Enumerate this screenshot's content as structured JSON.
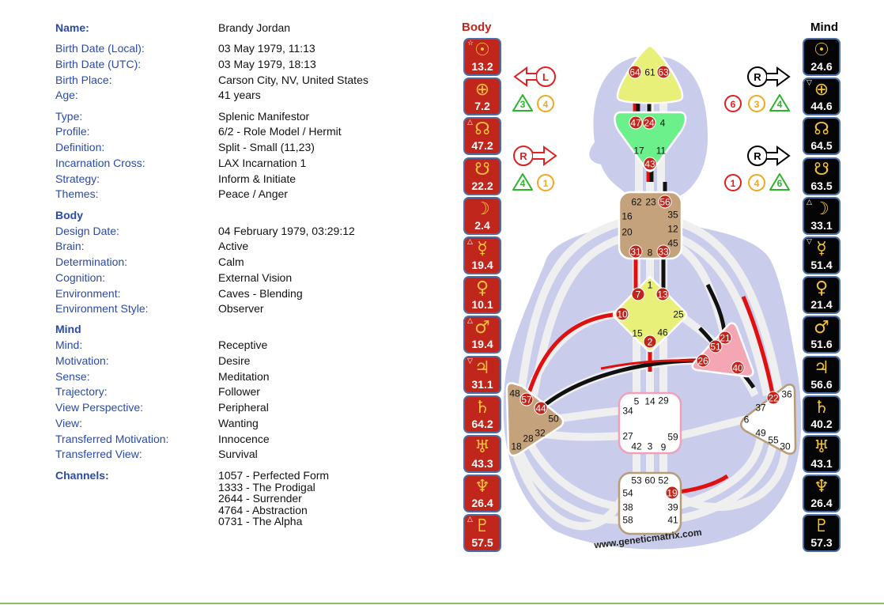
{
  "info": {
    "general": [
      {
        "label": "Name:",
        "value": "Brandy Jordan",
        "bold": true
      },
      {
        "label": "Birth Date (Local):",
        "value": "03 May 1979, 11:13"
      },
      {
        "label": "Birth Date (UTC):",
        "value": "03 May 1979, 18:13"
      },
      {
        "label": "Birth Place:",
        "value": "Carson City, NV, United States"
      },
      {
        "label": "Age:",
        "value": "41 years"
      },
      {
        "label": "Type:",
        "value": "Splenic Manifestor"
      },
      {
        "label": "Profile:",
        "value": "6/2 - Role Model / Hermit"
      },
      {
        "label": "Definition:",
        "value": "Split - Small (11,23)"
      },
      {
        "label": "Incarnation Cross:",
        "value": "LAX Incarnation 1"
      },
      {
        "label": "Strategy:",
        "value": "Inform & Initiate"
      },
      {
        "label": "Themes:",
        "value": "Peace / Anger"
      }
    ],
    "body_heading": "Body",
    "body": [
      {
        "label": "Design Date:",
        "value": "04 February 1979, 03:29:12"
      },
      {
        "label": "Brain:",
        "value": "Active"
      },
      {
        "label": "Determination:",
        "value": "Calm"
      },
      {
        "label": "Cognition:",
        "value": "External Vision"
      },
      {
        "label": "Environment:",
        "value": "Caves - Blending"
      },
      {
        "label": "Environment Style:",
        "value": "Observer"
      }
    ],
    "mind_heading": "Mind",
    "mind": [
      {
        "label": "Mind:",
        "value": "Receptive"
      },
      {
        "label": "Motivation:",
        "value": "Desire"
      },
      {
        "label": "Sense:",
        "value": "Meditation"
      },
      {
        "label": "Trajectory:",
        "value": "Follower"
      },
      {
        "label": "View Perspective:",
        "value": "Peripheral"
      },
      {
        "label": "View:",
        "value": "Wanting"
      },
      {
        "label": "Transferred Motivation:",
        "value": "Innocence"
      },
      {
        "label": "Transferred View:",
        "value": "Survival"
      }
    ],
    "channels_label": "Channels:",
    "channels": [
      "1057 - Perfected Form",
      "1333 - The Prodigal",
      "2644 - Surrender",
      "4764 - Abstraction",
      "0731 - The Alpha"
    ]
  },
  "body_column": {
    "title": "Body",
    "color": "#c0261c",
    "planets": [
      {
        "name": "sun",
        "symbol": "☉",
        "value": "13.2",
        "marker": "☆"
      },
      {
        "name": "earth",
        "symbol": "⊕",
        "value": "7.2",
        "marker": ""
      },
      {
        "name": "north-node",
        "symbol": "☊",
        "value": "47.2",
        "marker": "△"
      },
      {
        "name": "south-node",
        "symbol": "☋",
        "value": "22.2",
        "marker": ""
      },
      {
        "name": "moon",
        "symbol": "☽",
        "value": "2.4",
        "marker": ""
      },
      {
        "name": "mercury",
        "symbol": "☿",
        "value": "19.4",
        "marker": "△"
      },
      {
        "name": "venus",
        "symbol": "♀",
        "value": "10.1",
        "marker": ""
      },
      {
        "name": "mars",
        "symbol": "♂",
        "value": "19.4",
        "marker": "△"
      },
      {
        "name": "jupiter",
        "symbol": "♃",
        "value": "31.1",
        "marker": "▽"
      },
      {
        "name": "saturn",
        "symbol": "♄",
        "value": "64.2",
        "marker": ""
      },
      {
        "name": "uranus",
        "symbol": "♅",
        "value": "43.3",
        "marker": ""
      },
      {
        "name": "neptune",
        "symbol": "♆",
        "value": "26.4",
        "marker": ""
      },
      {
        "name": "pluto",
        "symbol": "♇",
        "value": "57.5",
        "marker": "△"
      }
    ]
  },
  "mind_column": {
    "title": "Mind",
    "color": "#000000",
    "planets": [
      {
        "name": "sun",
        "symbol": "☉",
        "value": "24.6",
        "marker": ""
      },
      {
        "name": "earth",
        "symbol": "⊕",
        "value": "44.6",
        "marker": "▽"
      },
      {
        "name": "north-node",
        "symbol": "☊",
        "value": "64.5",
        "marker": ""
      },
      {
        "name": "south-node",
        "symbol": "☋",
        "value": "63.5",
        "marker": ""
      },
      {
        "name": "moon",
        "symbol": "☽",
        "value": "33.1",
        "marker": "△"
      },
      {
        "name": "mercury",
        "symbol": "☿",
        "value": "51.4",
        "marker": "▽"
      },
      {
        "name": "venus",
        "symbol": "♀",
        "value": "21.4",
        "marker": ""
      },
      {
        "name": "mars",
        "symbol": "♂",
        "value": "51.6",
        "marker": ""
      },
      {
        "name": "jupiter",
        "symbol": "♃",
        "value": "56.6",
        "marker": ""
      },
      {
        "name": "saturn",
        "symbol": "♄",
        "value": "40.2",
        "marker": ""
      },
      {
        "name": "uranus",
        "symbol": "♅",
        "value": "43.1",
        "marker": ""
      },
      {
        "name": "neptune",
        "symbol": "♆",
        "value": "26.4",
        "marker": ""
      },
      {
        "name": "pluto",
        "symbol": "♇",
        "value": "57.3",
        "marker": ""
      }
    ]
  },
  "variables": {
    "body_top": {
      "arrow": "L",
      "color": "#e02020",
      "triangle": "3",
      "circle": "4"
    },
    "body_bottom": {
      "arrow": "R",
      "color": "#e02020",
      "triangle": "4",
      "circle": "1"
    },
    "mind_top": {
      "arrow": "R",
      "color": "#000000",
      "red": "6",
      "orange": "3",
      "triangle": "4"
    },
    "mind_bottom": {
      "arrow": "R",
      "color": "#000000",
      "red": "1",
      "orange": "4",
      "triangle": "6"
    }
  },
  "gates": {
    "active": [
      64,
      63,
      47,
      24,
      43,
      56,
      31,
      33,
      7,
      13,
      10,
      2,
      21,
      51,
      26,
      40,
      22,
      19,
      57,
      44
    ],
    "head": [
      64,
      61,
      63
    ],
    "ajna": [
      47,
      24,
      4,
      17,
      11,
      43
    ],
    "throat": [
      62,
      23,
      56,
      16,
      35,
      20,
      12,
      45,
      31,
      8,
      33
    ],
    "g": [
      1,
      7,
      13,
      10,
      25,
      15,
      46,
      2
    ],
    "heart": [
      21,
      51,
      26,
      40
    ],
    "spleen": [
      48,
      57,
      44,
      50,
      32,
      28,
      18
    ],
    "sacral": [
      5,
      14,
      29,
      34,
      27,
      59,
      42,
      3,
      9
    ],
    "solar": [
      22,
      36,
      37,
      6,
      49,
      55,
      30
    ],
    "root": [
      53,
      60,
      52,
      54,
      19,
      38,
      39,
      58,
      41
    ]
  },
  "colors": {
    "label": "#2a4aa8",
    "active_gate": "#c0261c",
    "head": "#e8f07a",
    "ajna": "#6cf08c",
    "throat": "#c4a27c",
    "g": "#e8f07a",
    "heart": "#f4a6b4",
    "spleen": "#c4a27c",
    "silhouette": "#c9cdeb"
  },
  "watermark": "www.geneticmatrix.com"
}
